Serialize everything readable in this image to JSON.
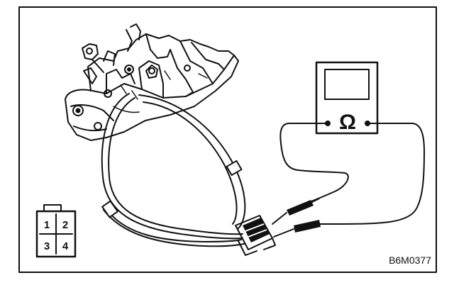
{
  "figure": {
    "code": "B6M0377",
    "ink_color": "#111111",
    "background": "#ffffff"
  },
  "meter": {
    "symbol": "Ω",
    "icon": "ohmmeter-icon"
  },
  "connector_legend": {
    "pins": [
      "1",
      "2",
      "3",
      "4"
    ],
    "icon": "connector-face-icon"
  },
  "part": {
    "icon": "door-latch-actuator-icon"
  }
}
